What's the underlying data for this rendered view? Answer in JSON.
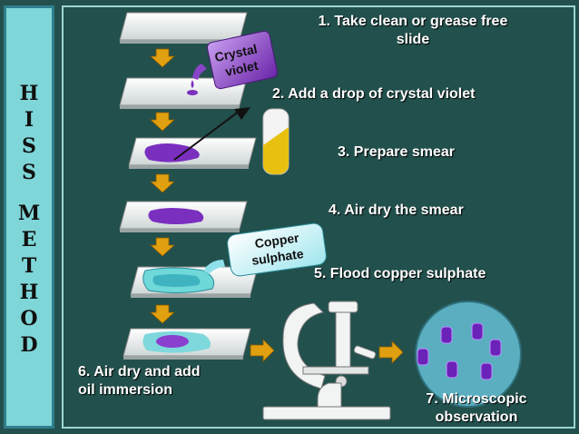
{
  "sidebar": {
    "letters": [
      "H",
      "I",
      "S",
      "S",
      "",
      "M",
      "E",
      "T",
      "H",
      "O",
      "D"
    ]
  },
  "steps": [
    {
      "label_line1": "1. Take clean or grease free",
      "label_line2": "slide"
    },
    {
      "label": "2. Add a drop of crystal violet"
    },
    {
      "label": "3. Prepare smear"
    },
    {
      "label": "4. Air dry the smear"
    },
    {
      "label": "5. Flood copper sulphate"
    },
    {
      "label_line1": "6. Air dry and add",
      "label_line2": "oil immersion"
    },
    {
      "label_line1": "7. Microscopic",
      "label_line2": "observation"
    }
  ],
  "bottles": {
    "crystal_violet_line1": "Crystal",
    "crystal_violet_line2": "violet",
    "copper_line1": "Copper",
    "copper_line2": "sulphate"
  },
  "colors": {
    "arrow": "#e0a010",
    "violet": "#7a2fbf",
    "copper": "#6fd8d8",
    "background": "#23504d"
  }
}
